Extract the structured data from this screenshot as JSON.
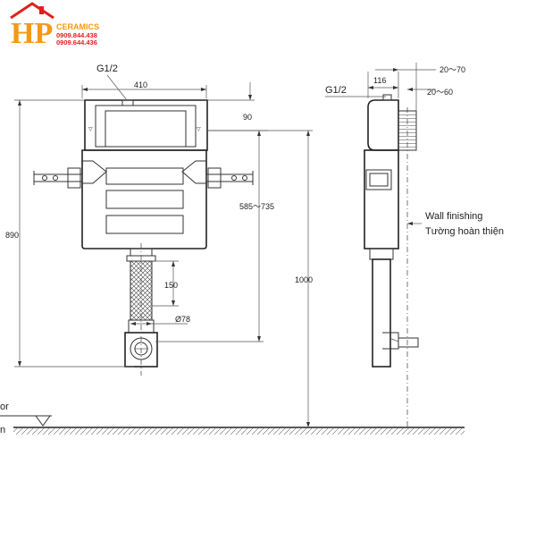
{
  "logo": {
    "letters": "HP",
    "brand": "CERAMICS",
    "phone1": "0909.844.438",
    "phone2": "0909.644.436"
  },
  "labels": {
    "g12_front": "G1/2",
    "g12_side": "G1/2",
    "wall_en": "Wall finishing",
    "wall_vn": "Tường hoàn thiện",
    "floor_en": "or",
    "floor_vn": "n"
  },
  "dimensions": {
    "width_410": "410",
    "d90": "90",
    "d585_735": "585～735",
    "d890": "890",
    "d1000": "1000",
    "d150": "150",
    "d78": "Ø78",
    "d116": "116",
    "d20_70": "20～70",
    "d20_60": "20～60"
  }
}
